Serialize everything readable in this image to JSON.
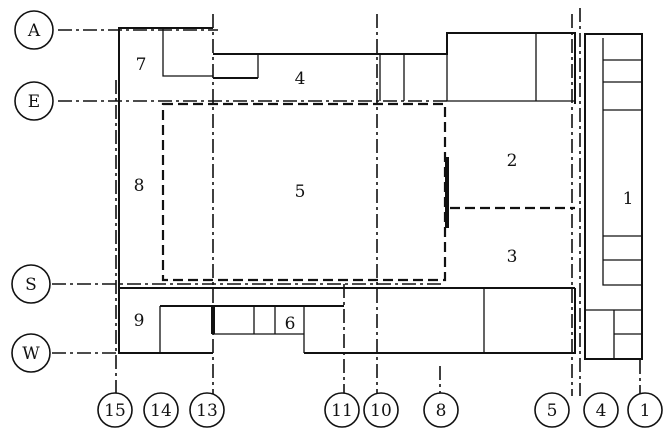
{
  "plan": {
    "row_labels": {
      "a": "A",
      "e": "E",
      "s": "S",
      "w": "W"
    },
    "column_labels": {
      "c15": "15",
      "c14": "14",
      "c13": "13",
      "c11": "11",
      "c10": "10",
      "c8": "8",
      "c5": "5",
      "c4": "4",
      "c1": "1"
    },
    "room_labels": {
      "r1": "1",
      "r2": "2",
      "r3": "3",
      "r4": "4",
      "r5": "5",
      "r6": "6",
      "r7": "7",
      "r8": "8",
      "r9": "9"
    }
  }
}
